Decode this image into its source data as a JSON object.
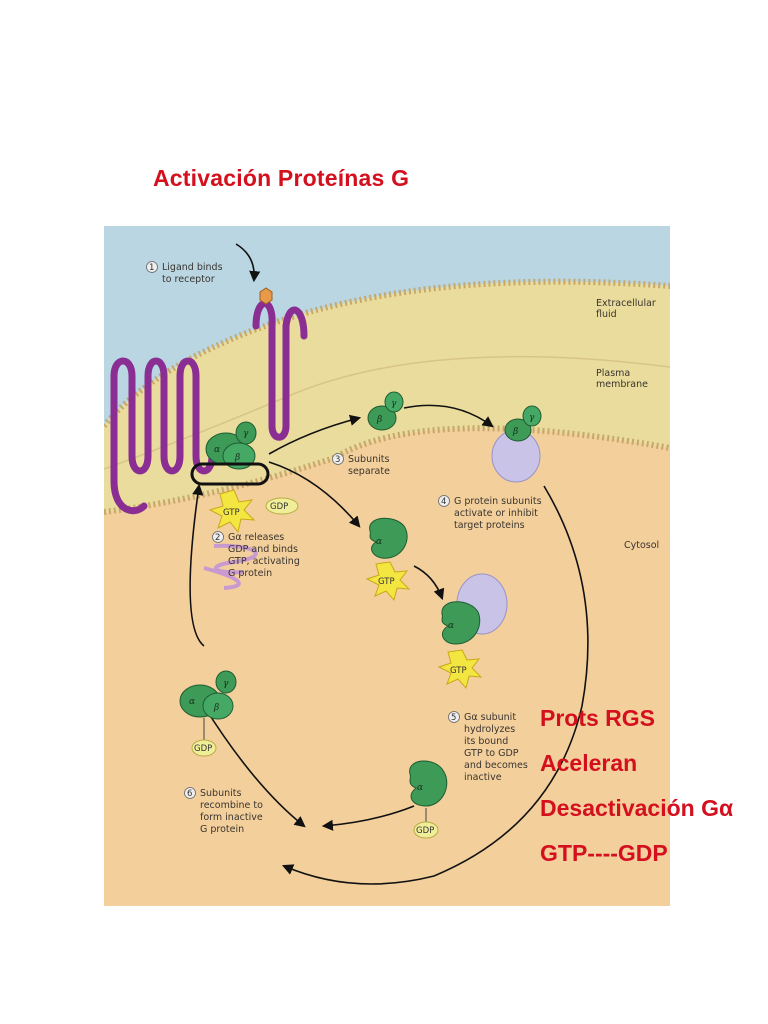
{
  "slide": {
    "title": "Activación  Proteínas G"
  },
  "diagram": {
    "regions": {
      "extracellular": "Extracellular fluid",
      "membrane": "Plasma membrane",
      "cytosol": "Cytosol"
    },
    "steps": [
      {
        "num": "1",
        "text": [
          "Ligand binds",
          "to receptor"
        ]
      },
      {
        "num": "2",
        "text": [
          "Gα releases",
          "GDP and binds",
          "GTP, activating",
          "G protein"
        ]
      },
      {
        "num": "3",
        "text": [
          "Subunits",
          "separate"
        ]
      },
      {
        "num": "4",
        "text": [
          "G protein subunits",
          "activate or inhibit",
          "target proteins"
        ]
      },
      {
        "num": "5",
        "text": [
          "Gα subunit",
          "hydrolyzes",
          "its bound",
          "GTP to GDP",
          "and becomes",
          "inactive"
        ]
      },
      {
        "num": "6",
        "text": [
          "Subunits",
          "recombine to",
          "form inactive",
          "G protein"
        ]
      }
    ],
    "tags": {
      "gtp": "GTP",
      "gdp": "GDP"
    },
    "subunits": {
      "alpha": "α",
      "beta": "β",
      "gamma": "γ"
    },
    "colors": {
      "cytosol": "#f3cf9c",
      "extracellular": "#b9d6e2",
      "membrane": "#e9dc9c",
      "receptor": "#8a2e93",
      "gprotein": "#3d9a57",
      "target": "#c9c3e8",
      "gtp_burst": "#f4e641",
      "gdp_oval": "#f1ee9a",
      "annotation": "#d40f1e"
    }
  },
  "annotation": {
    "lines": [
      "Prots RGS",
      "Aceleran",
      "Desactivación  Gα",
      "GTP----GDP"
    ]
  }
}
